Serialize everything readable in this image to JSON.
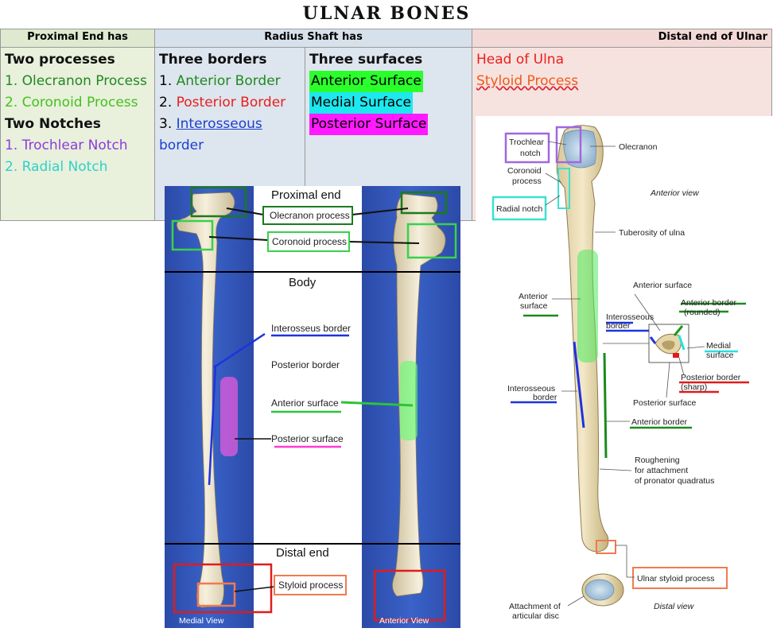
{
  "title": "ULNAR BONES",
  "table": {
    "col1_header": "Proximal End has",
    "col2_header": "Radius Shaft has",
    "col3_header": "Distal end of Ulnar",
    "col1": {
      "heading1": "Two processes",
      "item1_num": "1.",
      "item1": "Olecranon Process",
      "item2": "2. Coronoid Process",
      "heading2": "Two Notches",
      "item3_num": "1.",
      "item3": "Trochlear Notch",
      "item4": "2. Radial Notch"
    },
    "col2": {
      "heading": "Three borders",
      "b1_num": "1.",
      "b1": "Anterior Border",
      "b2_num": "2.",
      "b2": "Posterior Border",
      "b3_num": "3.",
      "b3": "Interosseous",
      "b3_tail": "border"
    },
    "col3": {
      "heading": "Three surfaces",
      "s1": "Anterior Surface",
      "s2": "Medial Surface",
      "s3": "Posterior Surface"
    },
    "col4": {
      "d1": "Head of Ulna",
      "d2": "Styloid Process"
    }
  },
  "photo": {
    "proximal_end": "Proximal end",
    "olecranon_process": "Olecranon process",
    "coronoid_process": "Coronoid process",
    "body": "Body",
    "interosseus_border": "Interosseus border",
    "posterior_border": "Posterior border",
    "anterior_surface": "Anterior surface",
    "posterior_surface": "Posterior surface",
    "distal_end": "Distal end",
    "styloid_process": "Styloid process",
    "medial_view": "Medial View",
    "anterior_view": "Anterior View"
  },
  "diagram": {
    "trochlear_notch": [
      "Trochlear",
      "notch"
    ],
    "coronoid_process": [
      "Coronoid",
      "process"
    ],
    "radial_notch": "Radial notch",
    "olecranon": "Olecranon",
    "anterior_view": "Anterior view",
    "tuberosity": "Tuberosity of ulna",
    "anterior_surface_top": "Anterior surface",
    "anterior_surface_left": [
      "Anterior",
      "surface"
    ],
    "anterior_border_rounded": [
      "Anterior border",
      "(rounded)"
    ],
    "interosseous_border_right": [
      "Interosseous",
      "border"
    ],
    "medial_surface": [
      "Medial",
      "surface"
    ],
    "posterior_border_sharp": [
      "Posterior border",
      "(sharp)"
    ],
    "interosseous_border_left": [
      "Interosseous",
      "border"
    ],
    "posterior_surface": "Posterior surface",
    "anterior_border": "Anterior border",
    "roughening": [
      "Roughening",
      "for attachment",
      "of pronator quadratus"
    ],
    "ulnar_styloid": "Ulnar styloid process",
    "articular_disc": [
      "Attachment of",
      "articular disc"
    ],
    "distal_view": "Distal view"
  },
  "colors": {
    "green": "#1f8a1f",
    "lime": "#44c21e",
    "red": "#e8201e",
    "blue": "#1d3fd0",
    "purple": "#8b3dd9",
    "cyan": "#2ed1c8",
    "orange": "#ef5a1a",
    "highlight_green": "#2bff2b",
    "highlight_cyan": "#1de8ee",
    "highlight_magenta": "#ff1aff"
  }
}
